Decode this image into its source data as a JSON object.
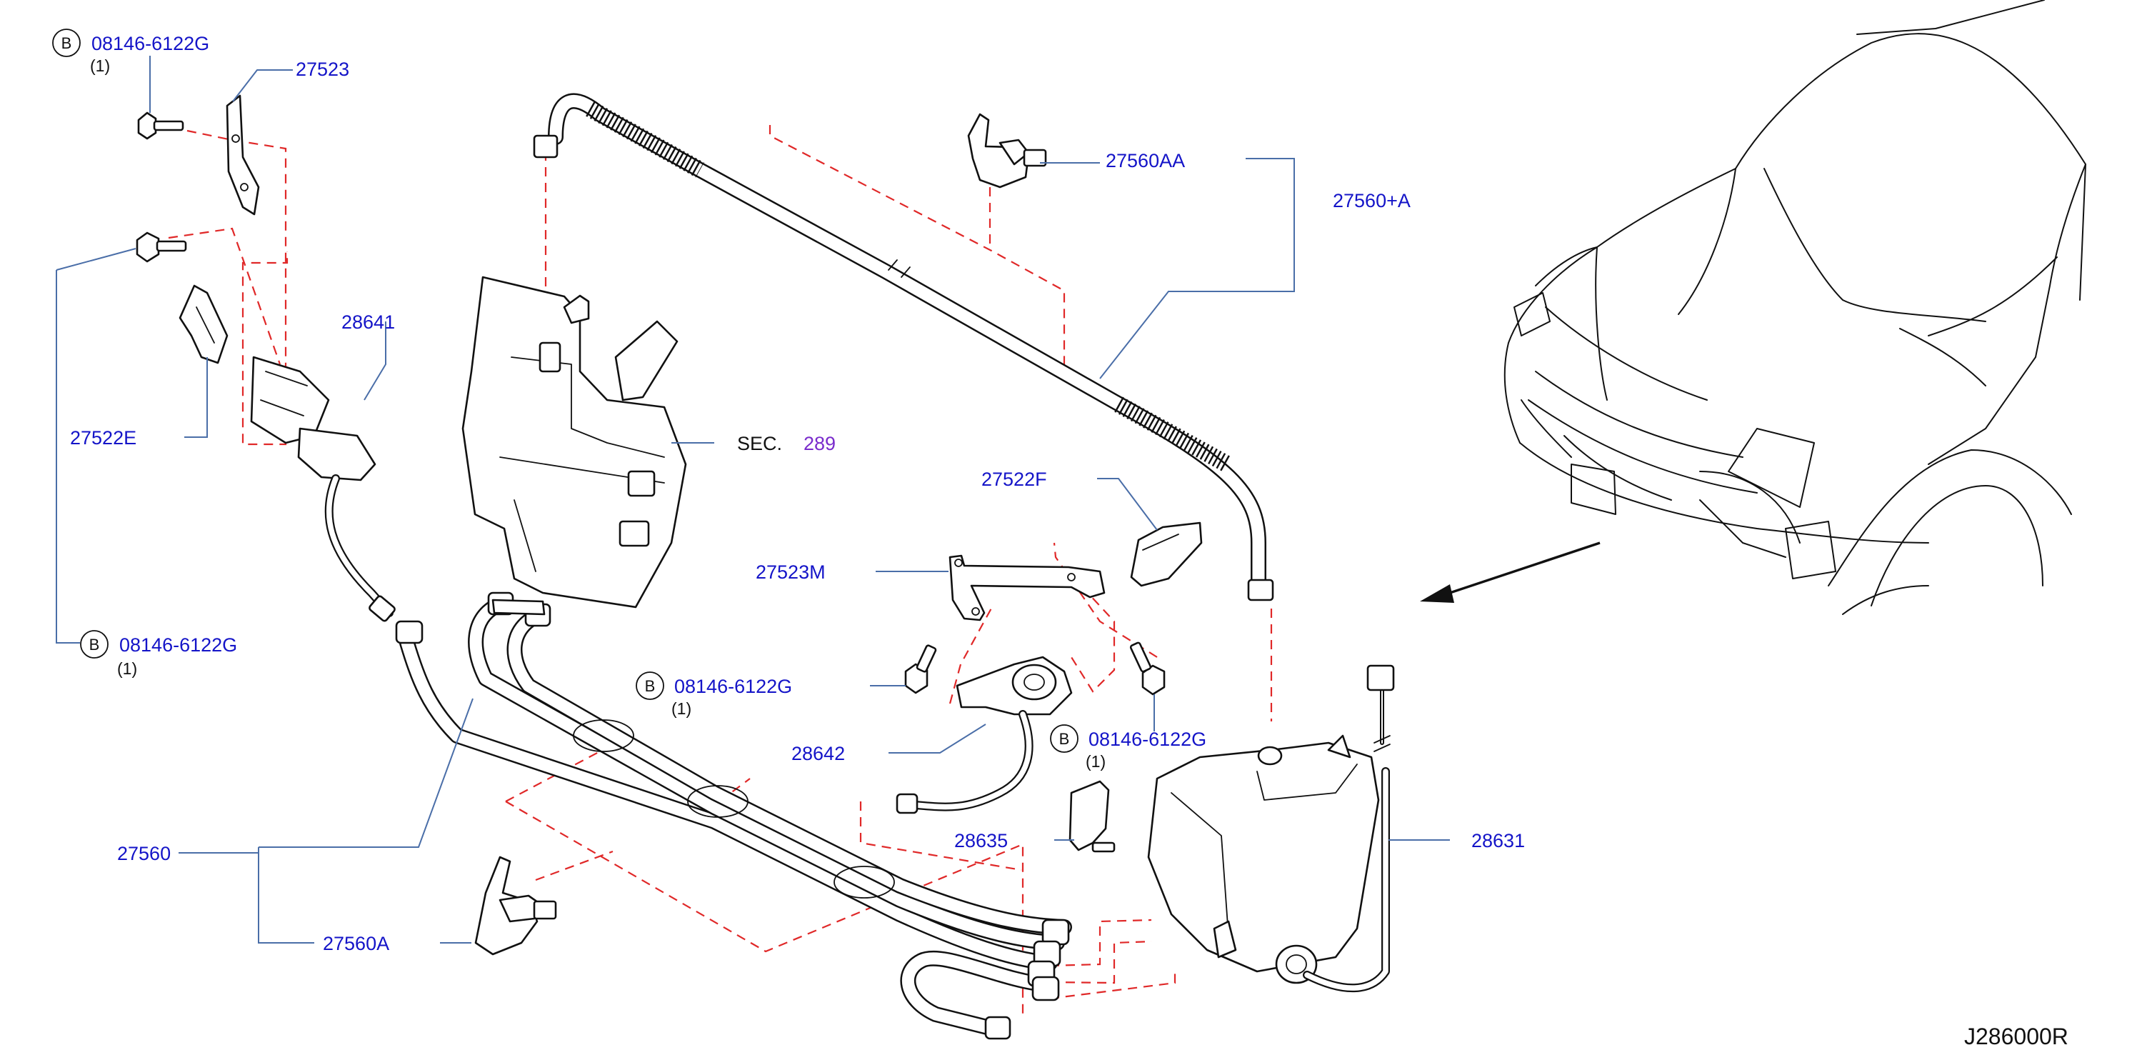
{
  "diagram_code": "J286000R",
  "callout_marker": "B",
  "section_prefix": "SEC.",
  "section_number": "289",
  "labels": {
    "bolt_top_left": "08146-6122G",
    "bolt_top_left_qty": "(1)",
    "bolt_left": "08146-6122G",
    "bolt_left_qty": "(1)",
    "bolt_center": "08146-6122G",
    "bolt_center_qty": "(1)",
    "bolt_right": "08146-6122G",
    "bolt_right_qty": "(1)",
    "bracket_27523": "27523",
    "nozzle_28641": "28641",
    "cover_27522e": "27522E",
    "clip_27560aa": "27560AA",
    "hose_27560a_plus": "27560+A",
    "cover_27522f": "27522F",
    "bracket_27523m": "27523M",
    "nozzle_28642": "28642",
    "bracket_28635": "28635",
    "pump_28631": "28631",
    "hose_27560": "27560",
    "clip_27560a": "27560A"
  },
  "colors": {
    "part_number_text": "#1414c8",
    "section_reference_text": "#7a2ccc",
    "leader_lines": "#4a6ea8",
    "assembly_dash_lines": "#e02828",
    "line_art": "#111111"
  }
}
